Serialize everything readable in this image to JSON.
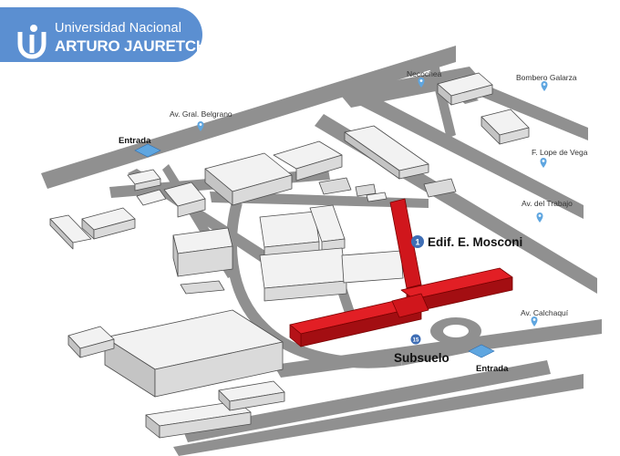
{
  "logo": {
    "line1": "Universidad Nacional",
    "line2": "ARTURO JAURETCHE"
  },
  "streets": {
    "necochea": "Necochea",
    "bombero_galarza": "Bombero Galarza",
    "belgrano": "Av. Gral. Belgrano",
    "lope_de_vega": "F. Lope de Vega",
    "trabajo": "Av. del Trabajo",
    "calchaqui": "Av. Calchaquí"
  },
  "labels": {
    "entrada_north": "Entrada",
    "entrada_south": "Entrada",
    "building": "Edif. E. Mosconi",
    "building_number": "1",
    "subsuelo": "Subsuelo",
    "route_number": "15"
  },
  "colors": {
    "brand_blue": "#5b8fd1",
    "highlight_red": "#d0161c",
    "road_gray": "#909090",
    "entrance_blue": "#5fa6e0"
  },
  "icons": [
    "university-logo-icon",
    "location-pin-icon",
    "entrance-marker-icon",
    "bus-stop-icon"
  ]
}
